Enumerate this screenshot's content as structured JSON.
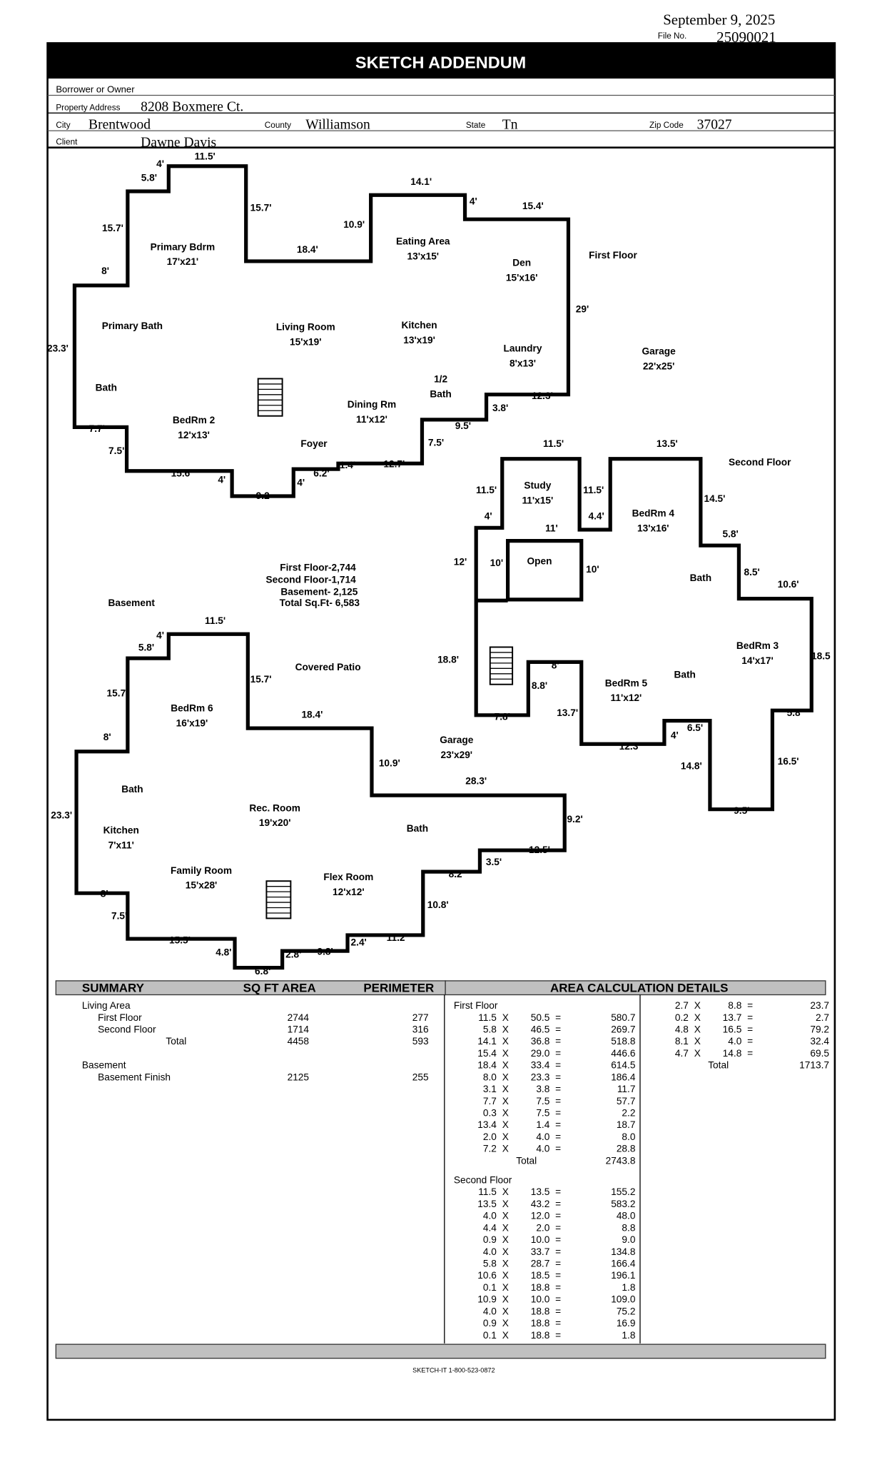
{
  "header": {
    "date": "September 9, 2025",
    "file_no_label": "File No.",
    "file_no": "25090021",
    "title": "SKETCH ADDENDUM"
  },
  "fields": {
    "borrower_label": "Borrower or Owner",
    "borrower": "",
    "address_label": "Property Address",
    "address": "8208 Boxmere Ct.",
    "city_label": "City",
    "city": "Brentwood",
    "county_label": "County",
    "county": "Williamson",
    "state_label": "State",
    "state": "Tn",
    "zip_label": "Zip Code",
    "zip": "37027",
    "client_label": "Client",
    "client": "Dawne Davis"
  },
  "sketch": {
    "floor_labels": {
      "first": "First Floor",
      "second": "Second Floor",
      "basement": "Basement"
    },
    "totals": [
      "First Floor-2,744",
      "Second Floor-1,714",
      "Basement- 2,125",
      "Total Sq.Ft- 6,583"
    ],
    "first_floor": {
      "rooms": [
        [
          "Primary Bdrm",
          "17'x21'"
        ],
        [
          "Eating Area",
          "13'x15'"
        ],
        [
          "Den",
          "15'x16'"
        ],
        [
          "Primary Bath",
          ""
        ],
        [
          "Living Room",
          "15'x19'"
        ],
        [
          "Kitchen",
          "13'x19'"
        ],
        [
          "Laundry",
          "8'x13'"
        ],
        [
          "Garage",
          "22'x25'"
        ],
        [
          "1/2",
          "Bath"
        ],
        [
          "Bath",
          ""
        ],
        [
          "Dining Rm",
          "11'x12'"
        ],
        [
          "BedRm 2",
          "12'x13'"
        ],
        [
          "Foyer",
          ""
        ]
      ],
      "dims": [
        "11.5'",
        "4'",
        "5.8'",
        "15.7'",
        "15.7'",
        "18.4'",
        "10.9'",
        "14.1'",
        "4'",
        "15.4'",
        "8'",
        "29'",
        "23.3'",
        "12.3'",
        "3.8'",
        "9.5'",
        "7.7'",
        "7.5'",
        "7.5'",
        "15.6'",
        "4'",
        "9.2",
        "4'",
        "6.2'",
        "1.4'",
        "12.7'"
      ]
    },
    "second_floor": {
      "rooms": [
        [
          "Study",
          "11'x15'"
        ],
        [
          "BedRm 4",
          "13'x16'"
        ],
        [
          "Open",
          ""
        ],
        [
          "Bath",
          ""
        ],
        [
          "BedRm 3",
          "14'x17'"
        ],
        [
          "Bath",
          ""
        ],
        [
          "BedRm 5",
          "11'x12'"
        ]
      ],
      "dims": [
        "11.5'",
        "13.5'",
        "11.5'",
        "11.5'",
        "14.5'",
        "4'",
        "4.4'",
        "11'",
        "5.8'",
        "12'",
        "10'",
        "10'",
        "8.5'",
        "10.6'",
        "18.8'",
        "18.5",
        "8'",
        "8.8'",
        "7.8'",
        "13.7'",
        "5.8'",
        "6.5'",
        "4'",
        "12.3'",
        "14.8'",
        "16.5'",
        "9.5'"
      ]
    },
    "basement": {
      "rooms": [
        [
          "Covered Patio",
          ""
        ],
        [
          "BedRm 6",
          "16'x19'"
        ],
        [
          "Garage",
          "23'x29'"
        ],
        [
          "Bath",
          ""
        ],
        [
          "Rec. Room",
          "19'x20'"
        ],
        [
          "Kitchen",
          "7'x11'"
        ],
        [
          "Bath",
          ""
        ],
        [
          "Family Room",
          "15'x28'"
        ],
        [
          "Flex Room",
          "12'x12'"
        ]
      ],
      "dims": [
        "11.5'",
        "4'",
        "5.8'",
        "15.7'",
        "15.7'",
        "18.4'",
        "8'",
        "10.9'",
        "28.3'",
        "23.3'",
        "9.2'",
        "12.5'",
        "3.5'",
        "8.2'",
        "8'",
        "7.5'",
        "10.8'",
        "15.5'",
        "4.8'",
        "2.4'",
        "11.2'",
        "2.8'",
        "9.8'",
        "6.8'"
      ]
    }
  },
  "summary": {
    "headers": [
      "SUMMARY",
      "SQ FT AREA",
      "PERIMETER"
    ],
    "rows": [
      {
        "label": "Living Area",
        "area": "",
        "perimeter": "",
        "indent": 0
      },
      {
        "label": "First Floor",
        "area": "2744",
        "perimeter": "277",
        "indent": 1
      },
      {
        "label": "Second Floor",
        "area": "1714",
        "perimeter": "316",
        "indent": 1
      },
      {
        "label": "Total",
        "area": "4458",
        "perimeter": "593",
        "indent": 2
      },
      {
        "label": "",
        "area": "",
        "perimeter": "",
        "indent": 0
      },
      {
        "label": "Basement",
        "area": "",
        "perimeter": "",
        "indent": 0
      },
      {
        "label": "Basement Finish",
        "area": "2125",
        "perimeter": "255",
        "indent": 1
      }
    ]
  },
  "area_details": {
    "header": "AREA CALCULATION DETAILS",
    "col1": [
      {
        "section": "First Floor"
      },
      [
        "11.5",
        "50.5",
        "580.7"
      ],
      [
        "5.8",
        "46.5",
        "269.7"
      ],
      [
        "14.1",
        "36.8",
        "518.8"
      ],
      [
        "15.4",
        "29.0",
        "446.6"
      ],
      [
        "18.4",
        "33.4",
        "614.5"
      ],
      [
        "8.0",
        "23.3",
        "186.4"
      ],
      [
        "3.1",
        "3.8",
        "11.7"
      ],
      [
        "7.7",
        "7.5",
        "57.7"
      ],
      [
        "0.3",
        "7.5",
        "2.2"
      ],
      [
        "13.4",
        "1.4",
        "18.7"
      ],
      [
        "2.0",
        "4.0",
        "8.0"
      ],
      [
        "7.2",
        "4.0",
        "28.8"
      ],
      {
        "total": "2743.8"
      },
      {
        "section": "Second Floor"
      },
      [
        "11.5",
        "13.5",
        "155.2"
      ],
      [
        "13.5",
        "43.2",
        "583.2"
      ],
      [
        "4.0",
        "12.0",
        "48.0"
      ],
      [
        "4.4",
        "2.0",
        "8.8"
      ],
      [
        "0.9",
        "10.0",
        "9.0"
      ],
      [
        "4.0",
        "33.7",
        "134.8"
      ],
      [
        "5.8",
        "28.7",
        "166.4"
      ],
      [
        "10.6",
        "18.5",
        "196.1"
      ],
      [
        "0.1",
        "18.8",
        "1.8"
      ],
      [
        "10.9",
        "10.0",
        "109.0"
      ],
      [
        "4.0",
        "18.8",
        "75.2"
      ],
      [
        "0.9",
        "18.8",
        "16.9"
      ],
      [
        "0.1",
        "18.8",
        "1.8"
      ]
    ],
    "col2": [
      [
        "2.7",
        "8.8",
        "23.7"
      ],
      [
        "0.2",
        "13.7",
        "2.7"
      ],
      [
        "4.8",
        "16.5",
        "79.2"
      ],
      [
        "8.1",
        "4.0",
        "32.4"
      ],
      [
        "4.7",
        "14.8",
        "69.5"
      ],
      {
        "total": "1713.7"
      }
    ],
    "times": "X",
    "equals": "=",
    "total_label": "Total"
  },
  "footer": {
    "credit": "SKETCH-IT 1-800-523-0872"
  }
}
